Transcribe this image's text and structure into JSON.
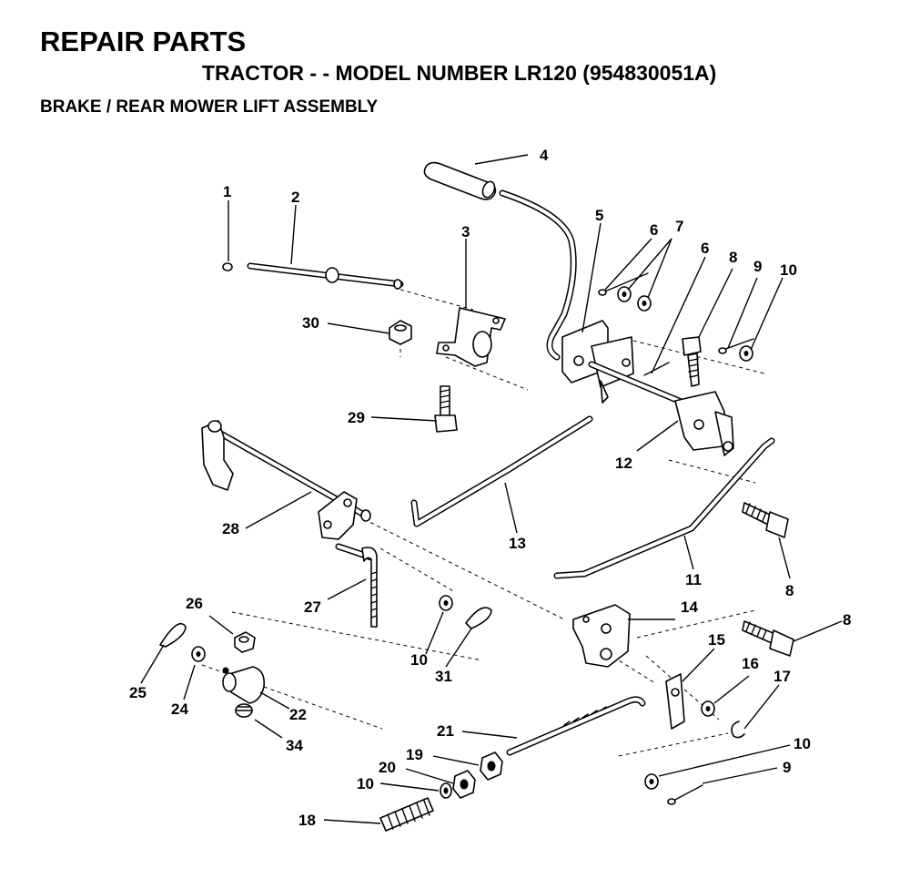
{
  "header": {
    "title": "REPAIR PARTS",
    "subtitle": "TRACTOR - - MODEL NUMBER LR120 (954830051A)",
    "section": "BRAKE / REAR MOWER LIFT ASSEMBLY"
  },
  "callouts": {
    "c1": "1",
    "c2": "2",
    "c3": "3",
    "c4": "4",
    "c5": "5",
    "c6a": "6",
    "c6b": "6",
    "c7": "7",
    "c8a": "8",
    "c8b": "8",
    "c8c": "8",
    "c9a": "9",
    "c9b": "9",
    "c10a": "10",
    "c10b": "10",
    "c10c": "10",
    "c10d": "10",
    "c11": "11",
    "c12": "12",
    "c13": "13",
    "c14": "14",
    "c15": "15",
    "c16": "16",
    "c17": "17",
    "c18": "18",
    "c19": "19",
    "c20": "20",
    "c21": "21",
    "c22": "22",
    "c24": "24",
    "c25": "25",
    "c26": "26",
    "c27": "27",
    "c28": "28",
    "c29": "29",
    "c30": "30",
    "c31": "31",
    "c34": "34"
  }
}
